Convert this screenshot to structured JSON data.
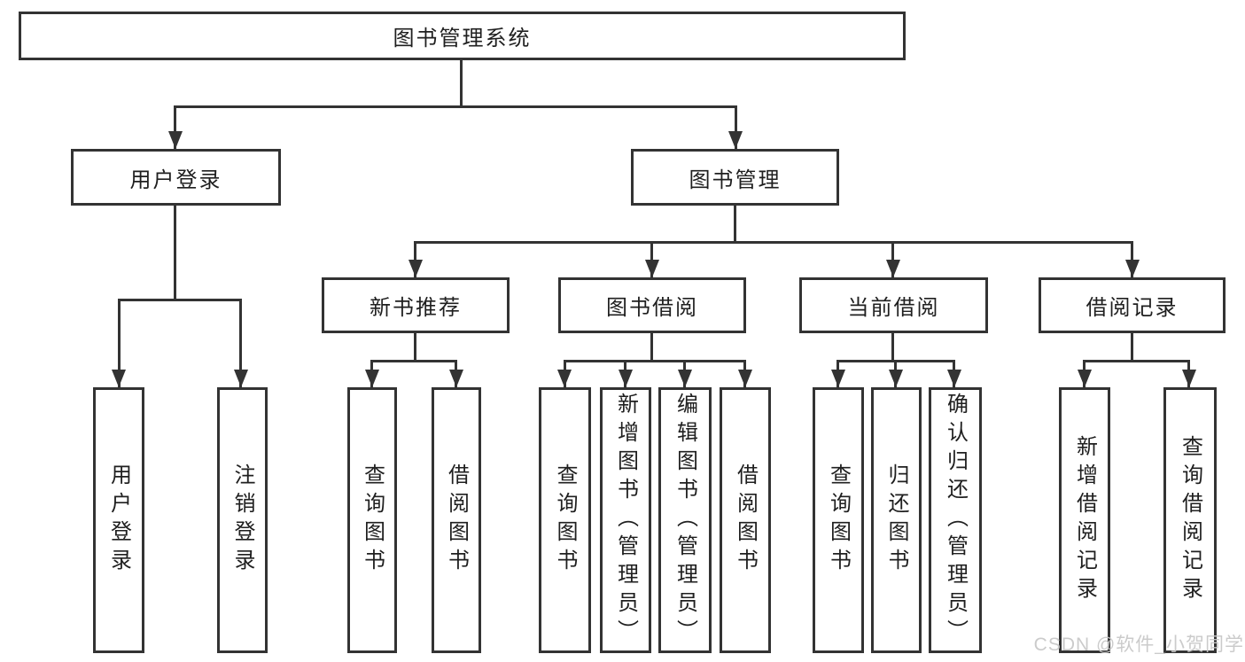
{
  "tree": {
    "root": {
      "label": "图书管理系统"
    },
    "level2": [
      {
        "label": "用户登录"
      },
      {
        "label": "图书管理"
      }
    ],
    "level3": [
      {
        "label": "新书推荐",
        "parent": "图书管理"
      },
      {
        "label": "图书借阅",
        "parent": "图书管理"
      },
      {
        "label": "当前借阅",
        "parent": "图书管理"
      },
      {
        "label": "借阅记录",
        "parent": "图书管理"
      }
    ],
    "leaves": [
      {
        "label": "用户登录",
        "parent": "用户登录"
      },
      {
        "label": "注销登录",
        "parent": "用户登录"
      },
      {
        "label": "查询图书",
        "parent": "新书推荐"
      },
      {
        "label": "借阅图书",
        "parent": "新书推荐"
      },
      {
        "label": "查询图书",
        "parent": "图书借阅"
      },
      {
        "label": "新增图书（管理员）",
        "parent": "图书借阅"
      },
      {
        "label": "编辑图书（管理员）",
        "parent": "图书借阅"
      },
      {
        "label": "借阅图书",
        "parent": "图书借阅"
      },
      {
        "label": "查询图书",
        "parent": "当前借阅"
      },
      {
        "label": "归还图书",
        "parent": "当前借阅"
      },
      {
        "label": "确认归还（管理员）",
        "parent": "当前借阅"
      },
      {
        "label": "新增借阅记录",
        "parent": "借阅记录"
      },
      {
        "label": "查询借阅记录",
        "parent": "借阅记录"
      }
    ]
  },
  "watermark": {
    "text": "CSDN @软件_小贺同学"
  },
  "icons": {
    "connector_arrow": "triangle-down"
  },
  "colors": {
    "line": "#333333",
    "text": "#1f1f1f",
    "background": "#ffffff",
    "watermark": "#c8c8c8"
  }
}
